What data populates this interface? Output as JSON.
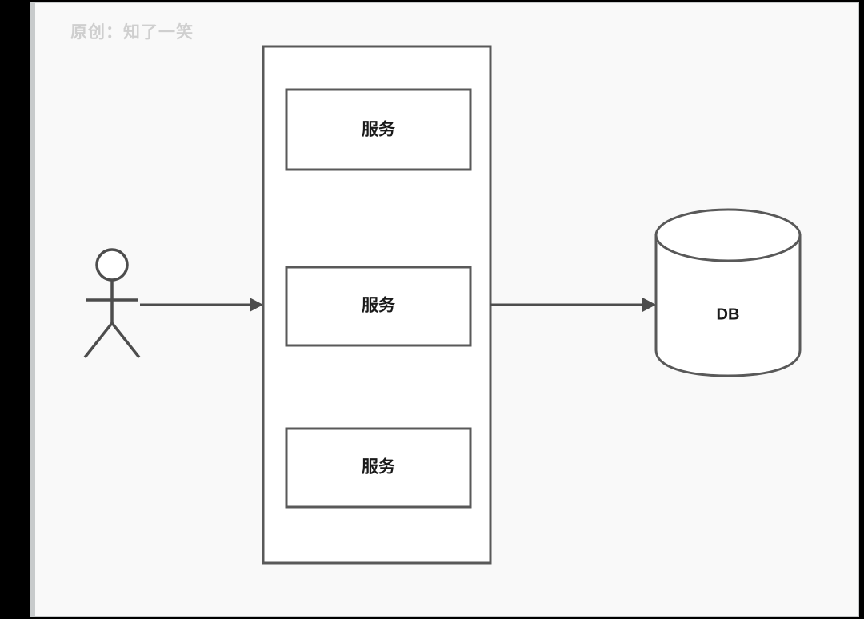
{
  "watermark": {
    "text": "原创：知了一笑",
    "color": "#cfcfcf"
  },
  "canvas": {
    "background": "#f9f9f9",
    "frame_color": "#c8cbcc",
    "matte_color": "#000000"
  },
  "diagram": {
    "type": "architecture-diagram",
    "stroke_color": "#595959",
    "shape_fill": "#ffffff",
    "label_color": "#1a1a1a",
    "actor": {
      "name": "user-actor",
      "label": ""
    },
    "application_container": {
      "name": "application-container",
      "label": "",
      "services": [
        {
          "label": "服务"
        },
        {
          "label": "服务"
        },
        {
          "label": "服务"
        }
      ]
    },
    "database": {
      "name": "database-cylinder",
      "label": "DB"
    },
    "connections": [
      {
        "from": "user-actor",
        "to": "application-container",
        "label": ""
      },
      {
        "from": "application-container",
        "to": "database-cylinder",
        "label": ""
      }
    ]
  }
}
